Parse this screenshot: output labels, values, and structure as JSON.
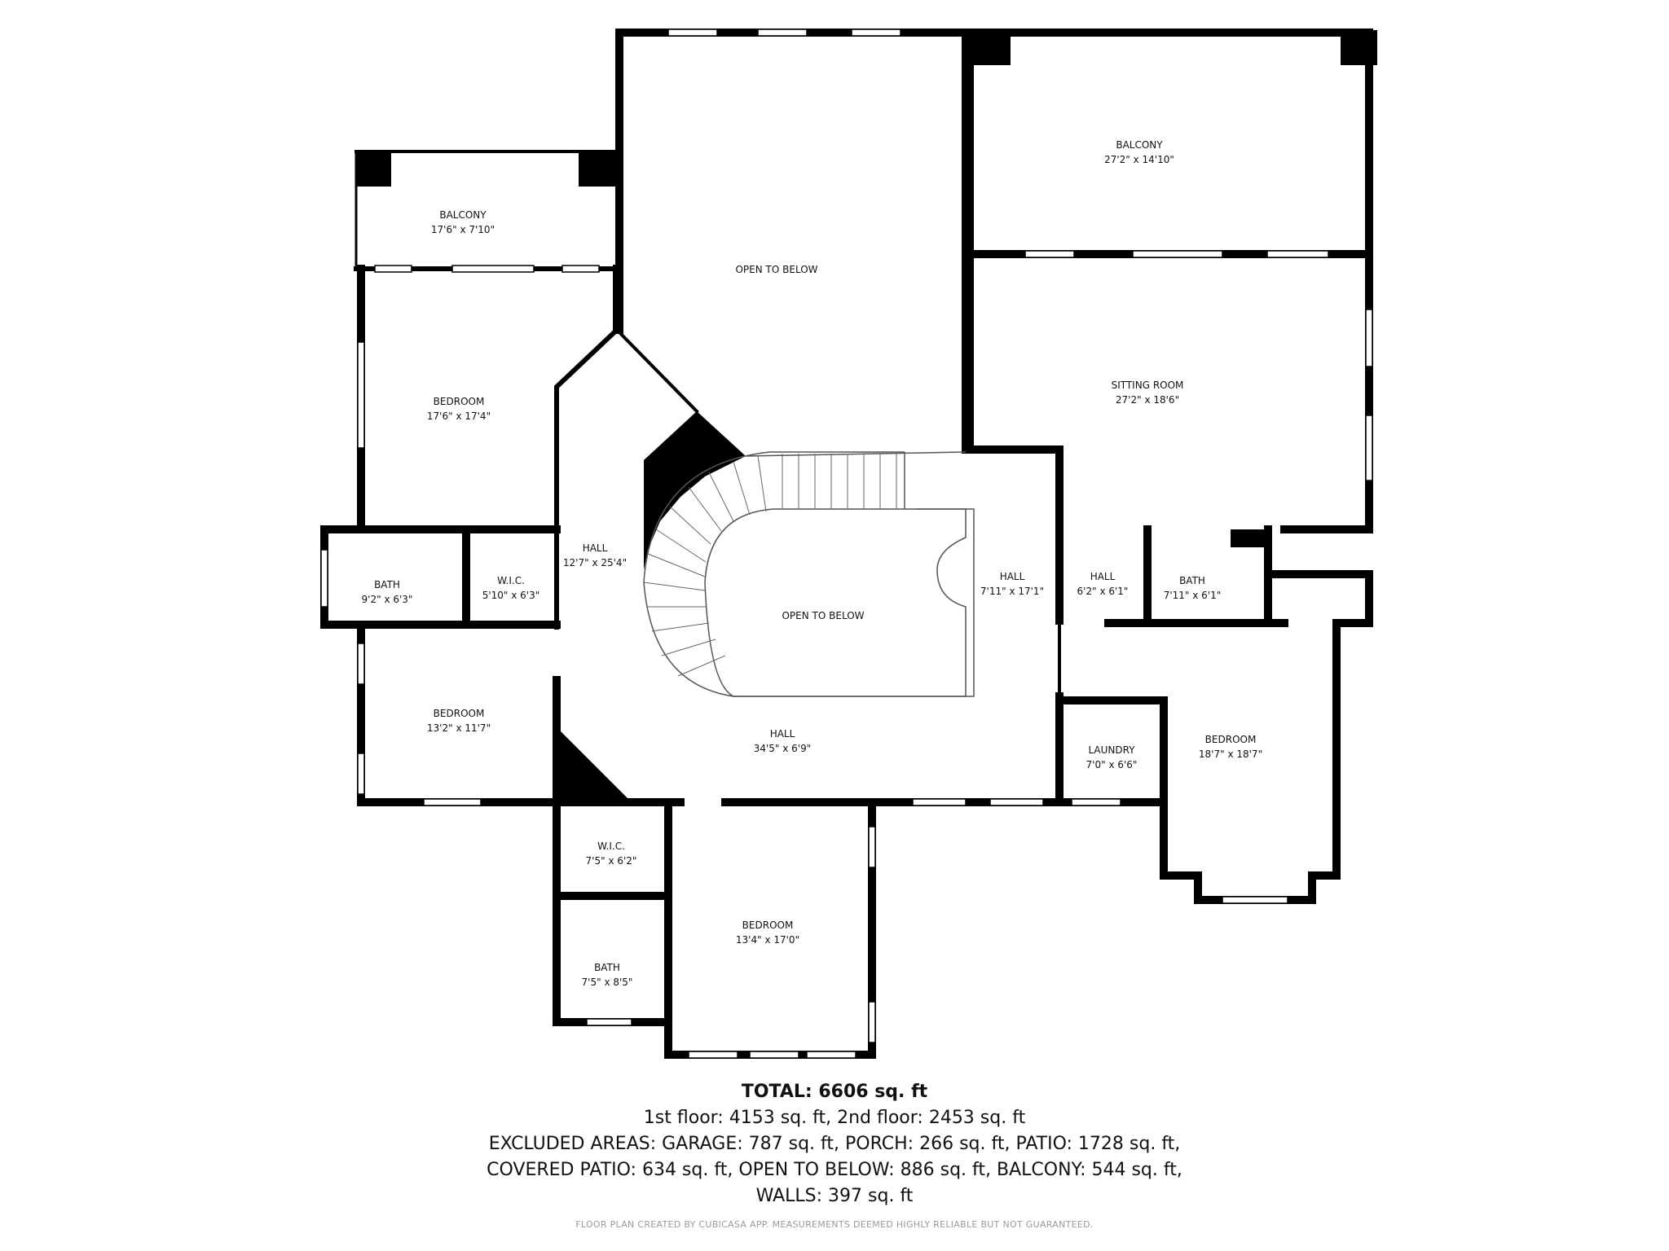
{
  "rooms": {
    "open_below_top": {
      "name": "OPEN TO BELOW",
      "size": ""
    },
    "balcony_right": {
      "name": "BALCONY",
      "size": "27'2\" x 14'10\""
    },
    "balcony_left": {
      "name": "BALCONY",
      "size": "17'6\" x 7'10\""
    },
    "bedroom_nw": {
      "name": "BEDROOM",
      "size": "17'6\" x 17'4\""
    },
    "sitting_room": {
      "name": "SITTING ROOM",
      "size": "27'2\" x 18'6\""
    },
    "hall_west": {
      "name": "HALL",
      "size": "12'7\" x 25'4\""
    },
    "bath_west": {
      "name": "BATH",
      "size": "9'2\" x 6'3\""
    },
    "wic_west": {
      "name": "W.I.C.",
      "size": "5'10\" x 6'3\""
    },
    "hall_east": {
      "name": "HALL",
      "size": "7'11\" x 17'1\""
    },
    "hall_small": {
      "name": "HALL",
      "size": "6'2\" x 6'1\""
    },
    "bath_east": {
      "name": "BATH",
      "size": "7'11\" x 6'1\""
    },
    "open_below_center": {
      "name": "OPEN TO BELOW",
      "size": ""
    },
    "bedroom_w": {
      "name": "BEDROOM",
      "size": "13'2\" x 11'7\""
    },
    "hall_south": {
      "name": "HALL",
      "size": "34'5\" x 6'9\""
    },
    "laundry": {
      "name": "LAUNDRY",
      "size": "7'0\" x 6'6\""
    },
    "bedroom_se": {
      "name": "BEDROOM",
      "size": "18'7\" x 18'7\""
    },
    "wic_south": {
      "name": "W.I.C.",
      "size": "7'5\" x 6'2\""
    },
    "bedroom_s": {
      "name": "BEDROOM",
      "size": "13'4\" x 17'0\""
    },
    "bath_south": {
      "name": "BATH",
      "size": "7'5\" x 8'5\""
    }
  },
  "footer": {
    "total": "TOTAL: 6606 sq. ft",
    "line1": "1st floor: 4153 sq. ft, 2nd floor: 2453 sq. ft",
    "line2": "EXCLUDED AREAS: GARAGE: 787 sq. ft, PORCH: 266 sq. ft, PATIO: 1728 sq. ft,",
    "line3": "COVERED PATIO: 634 sq. ft, OPEN TO BELOW: 886 sq. ft, BALCONY: 544 sq. ft,",
    "line4": "WALLS: 397 sq. ft",
    "credit": "FLOOR PLAN CREATED BY CUBICASA APP. MEASUREMENTS DEEMED HIGHLY RELIABLE BUT NOT GUARANTEED."
  }
}
